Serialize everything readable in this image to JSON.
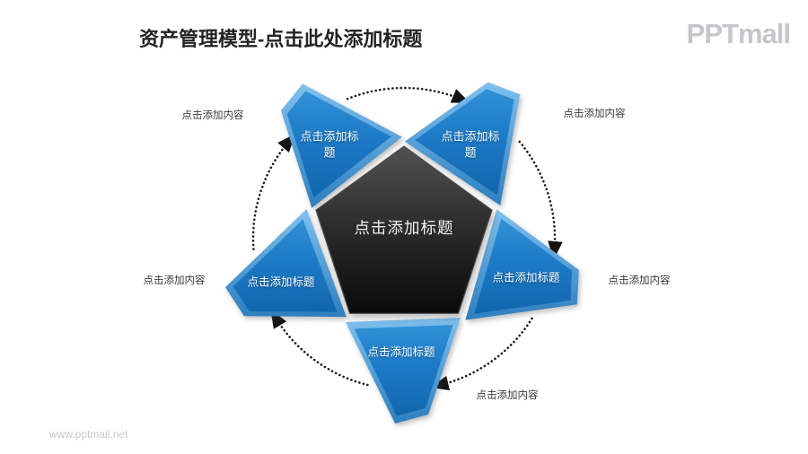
{
  "header": {
    "title": "资产管理模型-点击此处添加标题",
    "logo": "PPTmall"
  },
  "footer": {
    "watermark": "www.pptmall.net"
  },
  "colors": {
    "piece_blue": "#1d7ac6",
    "piece_blue_light": "#6db6e8",
    "piece_blue_dark": "#1166ad",
    "pentagon_dark": "#0a0a0a",
    "pentagon_light": "#525252",
    "arc_dots": "#1c1c1c",
    "content_label_text": "#3a3a3a",
    "title_text": "#242424"
  },
  "diagram": {
    "type": "5-point star cycle around central pentagon, clockwise dotted arrows",
    "center_label": "点击添加标题",
    "pieces": [
      {
        "position": "top-left",
        "label": "点击添加标题"
      },
      {
        "position": "top-right",
        "label": "点击添加标题"
      },
      {
        "position": "left",
        "label": "点击添加标题"
      },
      {
        "position": "right",
        "label": "点击添加标题"
      },
      {
        "position": "bottom",
        "label": "点击添加标题"
      }
    ],
    "content_labels": [
      {
        "position": "top-left",
        "text": "点击添加内容"
      },
      {
        "position": "top-right",
        "text": "点击添加内容"
      },
      {
        "position": "left",
        "text": "点击添加内容"
      },
      {
        "position": "right",
        "text": "点击添加内容"
      },
      {
        "position": "bottom-right",
        "text": "点击添加内容"
      }
    ]
  }
}
